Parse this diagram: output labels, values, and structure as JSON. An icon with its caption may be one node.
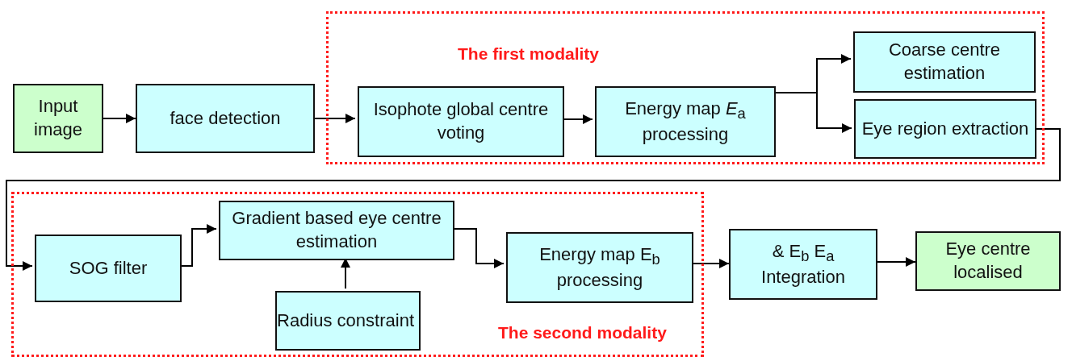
{
  "diagram": {
    "nodes": [
      {
        "text": [
          "Input image"
        ]
      },
      {
        "text": [
          "face detection"
        ]
      },
      {
        "text": [
          "The first modality"
        ]
      },
      {
        "text": [
          "Isophote global centre voting"
        ],
        "in": 2
      },
      {
        "text": [
          "Energy map *E*$_{a}$ processing"
        ],
        "in": 2
      },
      {
        "text": [
          "Coarse centre estimation"
        ],
        "in": 2
      },
      {
        "text": [
          "Eye region extraction"
        ],
        "in": 2
      },
      {
        "text": [
          "The second modality"
        ]
      },
      {
        "text": [
          "SOG filter"
        ],
        "in": 7
      },
      {
        "text": [
          "Gradient based eye centre estimation"
        ],
        "in": 7
      },
      {
        "text": [
          "Radius constraint"
        ],
        "in": 7
      },
      {
        "text": [
          "Energy map E$_{b}$ processing"
        ],
        "in": 7
      },
      {
        "text": [
          "& E$_{b}$ E$_{a}$ Integration"
        ]
      },
      {
        "text": [
          "Eye centre localised"
        ]
      }
    ],
    "edges": [
      {
        "from": 0,
        "to": 1,
        "arrow": "to"
      },
      {
        "from": 1,
        "to": 3,
        "arrow": "to"
      },
      {
        "from": 3,
        "to": 4,
        "arrow": "to"
      },
      {
        "from": 4,
        "to": 5,
        "arrow": "to"
      },
      {
        "from": 4,
        "to": 6,
        "arrow": "to"
      },
      {
        "from": 6,
        "to": 8,
        "arrow": "to"
      },
      {
        "from": 8,
        "to": 9,
        "arrow": "to"
      },
      {
        "from": 10,
        "to": 9,
        "arrow": "to"
      },
      {
        "from": 9,
        "to": 11,
        "arrow": "to"
      },
      {
        "from": 11,
        "to": 12,
        "arrow": "to"
      },
      {
        "from": 12,
        "to": 13,
        "arrow": "to"
      }
    ]
  }
}
